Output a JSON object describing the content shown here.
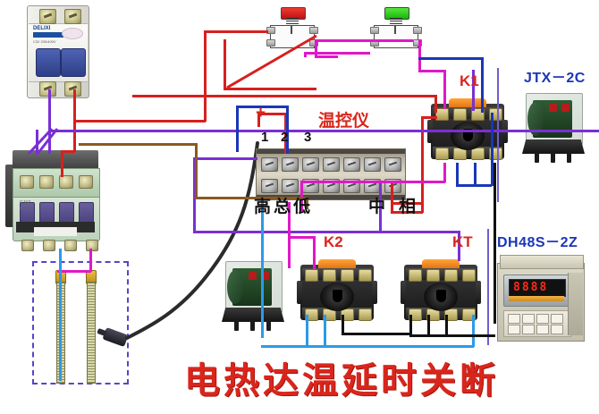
{
  "diagram": {
    "title": "电热达温延时关断",
    "title_color": "#d9261c"
  },
  "labels": {
    "temp_controller": "温控仪",
    "plus": "+",
    "terminal_1": "1",
    "terminal_2": "2",
    "terminal_3": "3",
    "high": "高",
    "common": "总",
    "low": "低",
    "neutral": "中",
    "phase": "相",
    "k1": "K1",
    "k2": "K2",
    "kt": "KT",
    "model_jtx": "JTX－2C",
    "model_dh48s": "DH48S－2Z"
  },
  "timer": {
    "display": "8888"
  },
  "components": {
    "breaker": "circuit-breaker-2p",
    "contactor": "ac-contactor",
    "heater_left": "heating-element",
    "heater_right": "heating-element",
    "probe": "temperature-probe",
    "stop_button": "red-push-button",
    "start_button": "green-push-button",
    "relay_jtx": "jtx-2c-relay",
    "relay_k1_socket": "octal-relay-socket",
    "relay_k2_socket": "octal-relay-socket",
    "relay_kt_socket": "octal-relay-socket",
    "timer_dh48s": "dh48s-2z-digital-timer"
  },
  "colors": {
    "wire_red": "#d81f1f",
    "wire_blue": "#1a36b8",
    "wire_purple": "#7a2fd4",
    "wire_magenta": "#e018c8",
    "wire_brown": "#8a5a1e",
    "wire_lightblue": "#2b9ae8",
    "wire_black": "#111111",
    "wire_violet": "#6c5fd0",
    "button_stop": "#e01b1b",
    "button_start": "#2fd41b",
    "socket_clip": "#ef8214",
    "label_red": "#d9261c",
    "label_blue": "#1a36b8"
  }
}
